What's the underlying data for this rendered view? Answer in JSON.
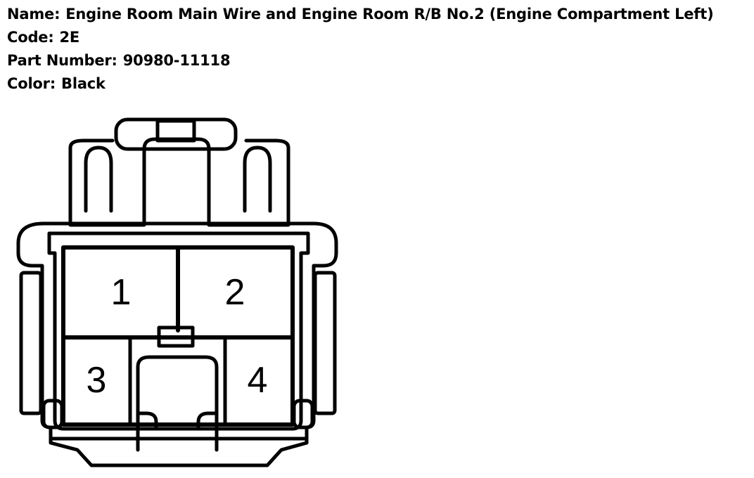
{
  "header": {
    "name_label": "Name:",
    "name_value": "Engine Room Main Wire and Engine Room R/B No.2 (Engine Compartment Left)",
    "code_label": "Code:",
    "code_value": "2E",
    "part_label": "Part Number:",
    "part_value": "90980-11118",
    "color_label": "Color:",
    "color_value": "Black"
  },
  "connector": {
    "pins": [
      "1",
      "2",
      "3",
      "4"
    ]
  }
}
